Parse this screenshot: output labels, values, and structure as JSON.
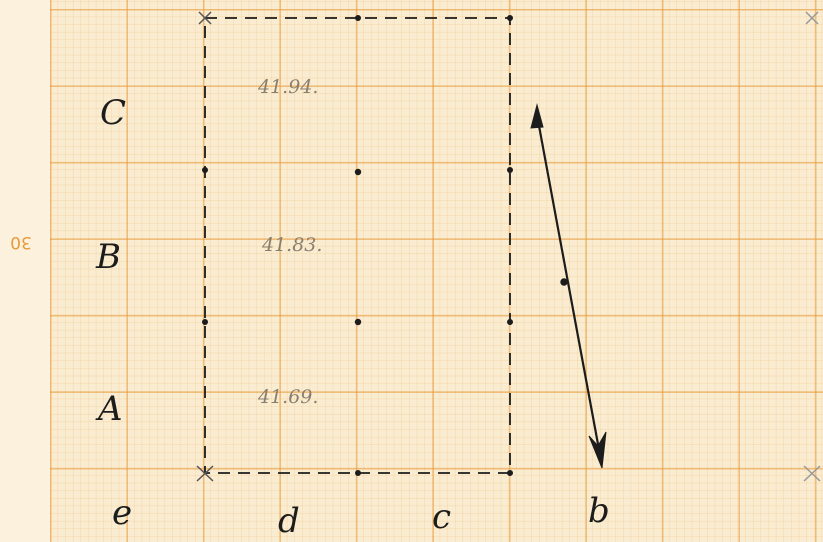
{
  "margin_number": "30",
  "row_labels": {
    "c": "C",
    "b": "B",
    "a": "A"
  },
  "readings": {
    "c": "41.94.",
    "b": "41.83.",
    "a": "41.69."
  },
  "column_labels": {
    "e": "e",
    "d": "d",
    "c": "c",
    "b": "b"
  },
  "colors": {
    "paper": "#f9ecd0",
    "grid_major": "#e8963a",
    "grid_minor": "#eca54b",
    "ink": "#1c1c1c",
    "pencil": "#8a7e6e"
  }
}
